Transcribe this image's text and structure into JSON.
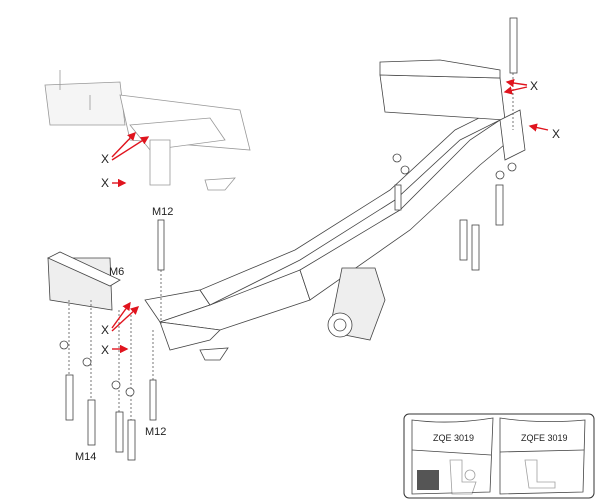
{
  "callouts": {
    "x_label": "X",
    "bolt_m12_top": "M12",
    "bolt_m6": "M6",
    "bolt_m12_bottom": "M12",
    "bolt_m14": "M14"
  },
  "variants": [
    {
      "title": "ZQE 3019"
    },
    {
      "title": "ZQFE 3019"
    }
  ],
  "colors": {
    "arrow": "#e0141e",
    "line": "#444444"
  }
}
